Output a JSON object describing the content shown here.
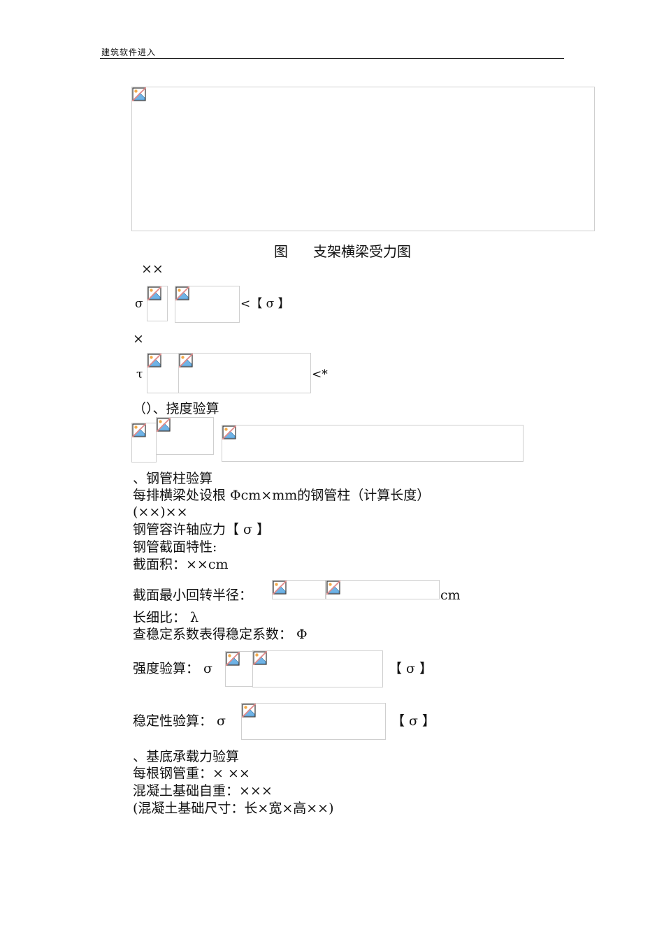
{
  "header": {
    "title": "建筑软件进入"
  },
  "figure": {
    "caption_prefix": "图",
    "caption_title": "支架横梁受力图",
    "image_icon": "broken-image-icon"
  },
  "beam_check": {
    "xx_line": "××",
    "sigma_label": "σ",
    "sigma_compare": "<【 σ 】",
    "x_line": "×",
    "tau_label": "τ",
    "tau_compare": "<*",
    "deflection_heading": "（）、挠度验算"
  },
  "column_check": {
    "heading": "、钢管柱验算",
    "line1": "每排横梁处设根 Φcm×mm的钢管柱（计算长度）",
    "line2": "(××)××",
    "line3": "钢管容许轴应力【 σ 】",
    "line4": "钢管截面特性:",
    "line5": "截面积：××cm",
    "radius_label": "截面最小回转半径：",
    "radius_unit": "cm",
    "slenderness": "长细比： λ",
    "stability_coef": "查稳定系数表得稳定系数： Φ",
    "strength_label": "强度验算： σ",
    "strength_compare": "【 σ 】",
    "stability_label": "稳定性验算： σ",
    "stability_compare": "【 σ 】"
  },
  "foundation_check": {
    "heading": "、基底承载力验算",
    "line1": "每根钢管重：×  ××",
    "line2": "混凝土基础自重：×××",
    "line3": "(混凝土基础尺寸：长×宽×高××)"
  }
}
